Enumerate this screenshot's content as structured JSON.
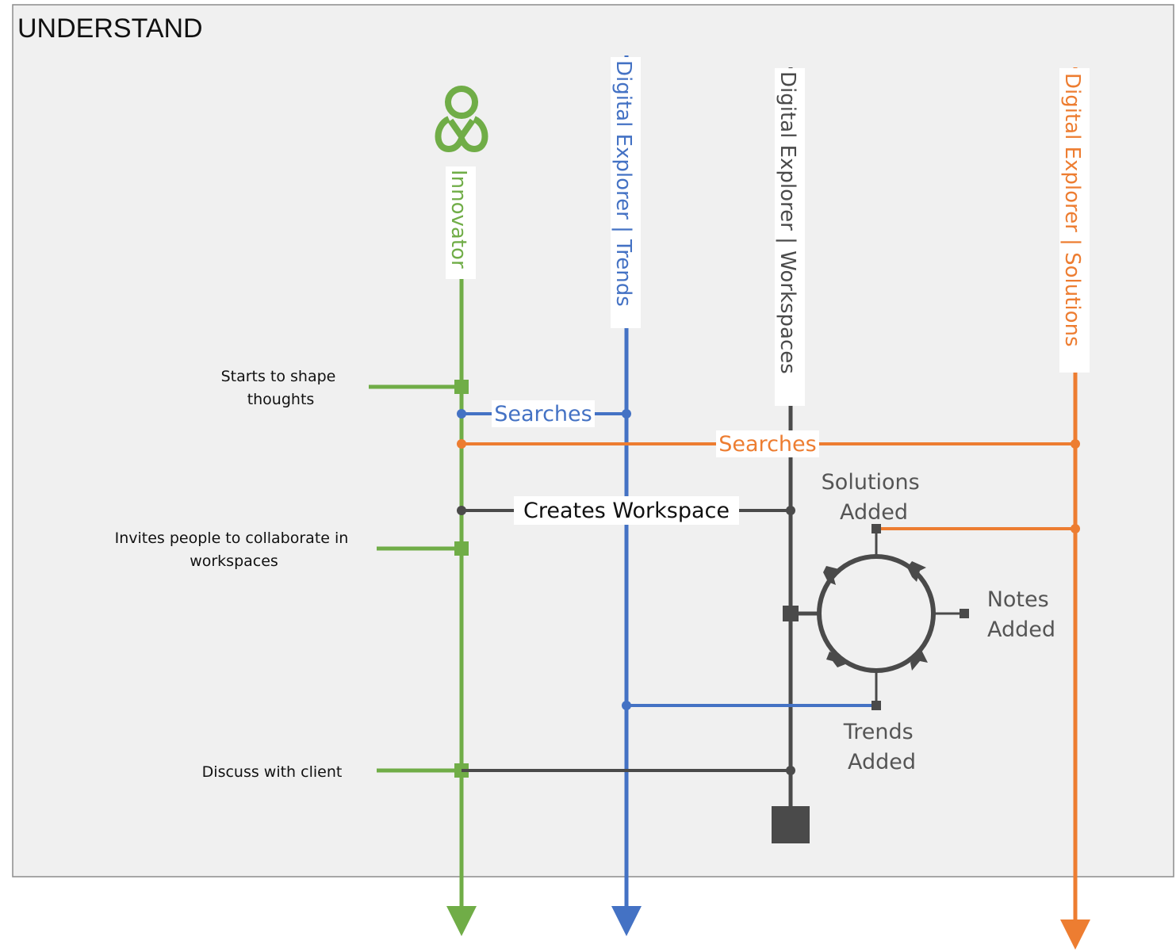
{
  "panel": {
    "title": "UNDERSTAND"
  },
  "colors": {
    "innovator": "#70AD47",
    "trends": "#4472C4",
    "workspaces": "#4A4A4A",
    "solutions": "#ED7D31",
    "panel_background": "#F0F0F0",
    "panel_border": "#8C8C8C",
    "cycle_label": "#555555"
  },
  "lanes": {
    "innovator": {
      "label": "Innovator",
      "icon": "person-icon"
    },
    "trends": {
      "label": "Digital Explorer | Trends"
    },
    "workspaces": {
      "label": "Digital Explorer | Workspaces"
    },
    "solutions": {
      "label": "Digital Explorer | Solutions"
    }
  },
  "steps": {
    "shape_thoughts": [
      "Starts to shape",
      "thoughts"
    ],
    "invites": [
      "Invites people to collaborate in",
      "workspaces"
    ],
    "discuss": [
      "Discuss with client"
    ]
  },
  "messages": {
    "trends_search": "Searches",
    "solutions_search": "Searches",
    "create_workspace": "Creates Workspace"
  },
  "cycle": {
    "solutions_added": [
      "Solutions",
      "Added"
    ],
    "notes_added": [
      "Notes",
      "Added"
    ],
    "trends_added": [
      "Trends",
      "Added"
    ]
  }
}
